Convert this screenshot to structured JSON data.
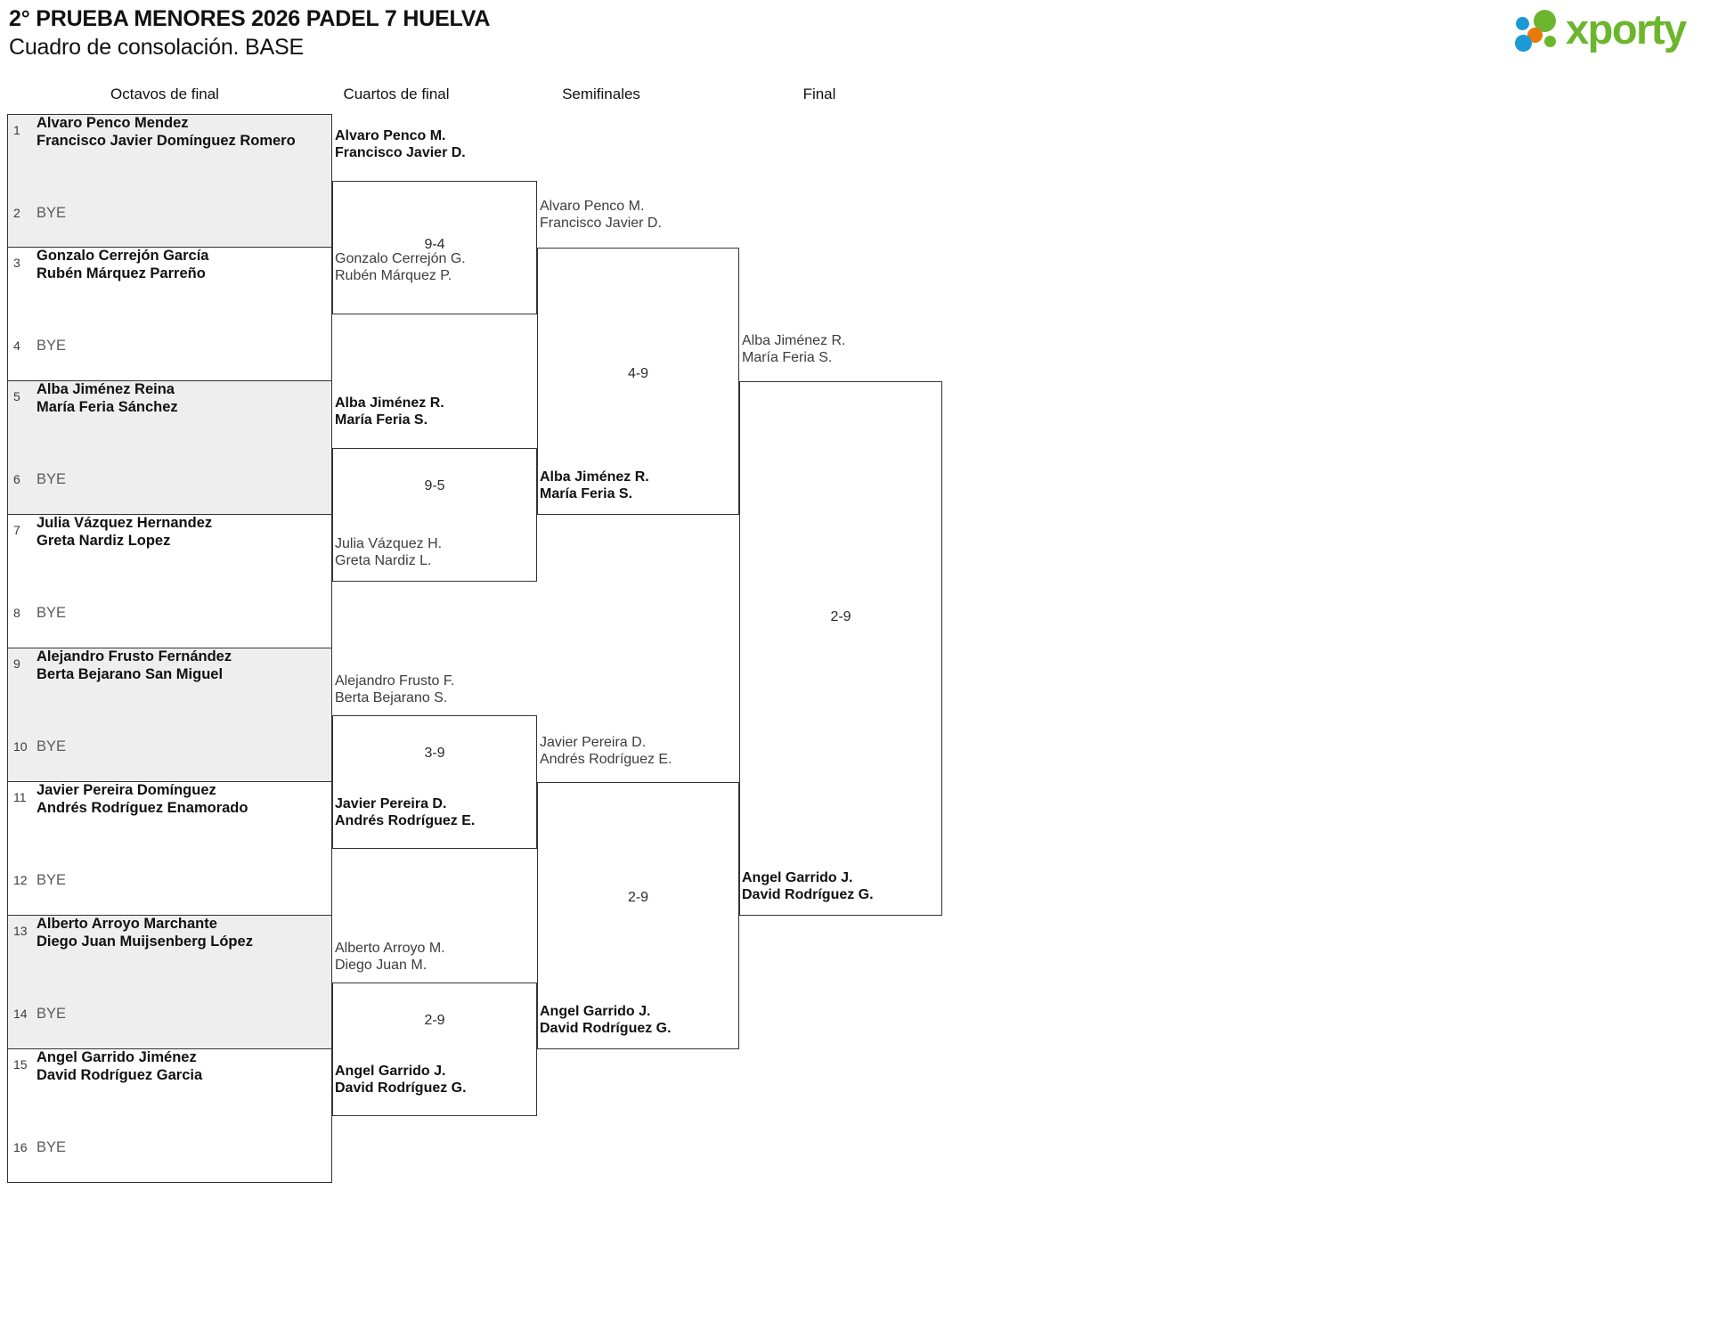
{
  "header": {
    "title_line_1": "2° PRUEBA MENORES 2026 PADEL 7 HUELVA",
    "title_line_2": "Cuadro de consolación. BASE",
    "logo_text": "xporty"
  },
  "rounds": [
    {
      "label": "Octavos de final"
    },
    {
      "label": "Cuartos de final"
    },
    {
      "label": "Semifinales"
    },
    {
      "label": "Final"
    }
  ],
  "round1_seeds": [
    {
      "num": "1",
      "player1": "Alvaro Penco Mendez",
      "player2": "Francisco Javier Domínguez Romero"
    },
    {
      "num": "2",
      "bye": "BYE"
    },
    {
      "num": "3",
      "player1": "Gonzalo Cerrejón García",
      "player2": "Rubén Márquez Parreño"
    },
    {
      "num": "4",
      "bye": "BYE"
    },
    {
      "num": "5",
      "player1": "Alba Jiménez Reina",
      "player2": "María Feria Sánchez"
    },
    {
      "num": "6",
      "bye": "BYE"
    },
    {
      "num": "7",
      "player1": "Julia Vázquez Hernandez",
      "player2": "Greta Nardiz Lopez"
    },
    {
      "num": "8",
      "bye": "BYE"
    },
    {
      "num": "9",
      "player1": "Alejandro Frusto Fernández",
      "player2": "Berta Bejarano San Miguel"
    },
    {
      "num": "10",
      "bye": "BYE"
    },
    {
      "num": "11",
      "player1": "Javier Pereira Domínguez",
      "player2": "Andrés Rodríguez Enamorado"
    },
    {
      "num": "12",
      "bye": "BYE"
    },
    {
      "num": "13",
      "player1": "Alberto Arroyo Marchante",
      "player2": "Diego Juan Muijsenberg López"
    },
    {
      "num": "14",
      "bye": "BYE"
    },
    {
      "num": "15",
      "player1": "Angel Garrido Jiménez",
      "player2": "David Rodríguez Garcia"
    },
    {
      "num": "16",
      "bye": "BYE"
    }
  ],
  "quarterfinals": [
    {
      "score": "9-4",
      "top": {
        "player1": "Alvaro Penco M.",
        "player2": "Francisco Javier D.",
        "result": "winner"
      },
      "bottom": {
        "player1": "Gonzalo Cerrejón G.",
        "player2": "Rubén Márquez P.",
        "result": "loser"
      }
    },
    {
      "score": "9-5",
      "top": {
        "player1": "Alba Jiménez R.",
        "player2": "María Feria S.",
        "result": "winner"
      },
      "bottom": {
        "player1": "Julia Vázquez H.",
        "player2": "Greta Nardiz L.",
        "result": "loser"
      }
    },
    {
      "score": "3-9",
      "top": {
        "player1": "Alejandro Frusto F.",
        "player2": "Berta Bejarano S.",
        "result": "loser"
      },
      "bottom": {
        "player1": "Javier Pereira D.",
        "player2": "Andrés Rodríguez E.",
        "result": "winner"
      }
    },
    {
      "score": "2-9",
      "top": {
        "player1": "Alberto Arroyo M.",
        "player2": "Diego Juan M.",
        "result": "loser"
      },
      "bottom": {
        "player1": "Angel Garrido J.",
        "player2": "David Rodríguez G.",
        "result": "winner"
      }
    }
  ],
  "semifinals": [
    {
      "score": "4-9",
      "top": {
        "player1": "Alvaro Penco M.",
        "player2": "Francisco Javier D.",
        "result": "loser"
      },
      "bottom": {
        "player1": "Alba Jiménez R.",
        "player2": "María Feria S.",
        "result": "winner"
      }
    },
    {
      "score": "2-9",
      "top": {
        "player1": "Javier Pereira D.",
        "player2": "Andrés Rodríguez E.",
        "result": "loser"
      },
      "bottom": {
        "player1": "Angel Garrido J.",
        "player2": "David Rodríguez G.",
        "result": "winner"
      }
    }
  ],
  "final": {
    "score": "2-9",
    "top": {
      "player1": "Alba Jiménez R.",
      "player2": "María Feria S.",
      "result": "loser"
    },
    "bottom": {
      "player1": "Angel Garrido J.",
      "player2": "David Rodríguez G.",
      "result": "winner"
    }
  }
}
